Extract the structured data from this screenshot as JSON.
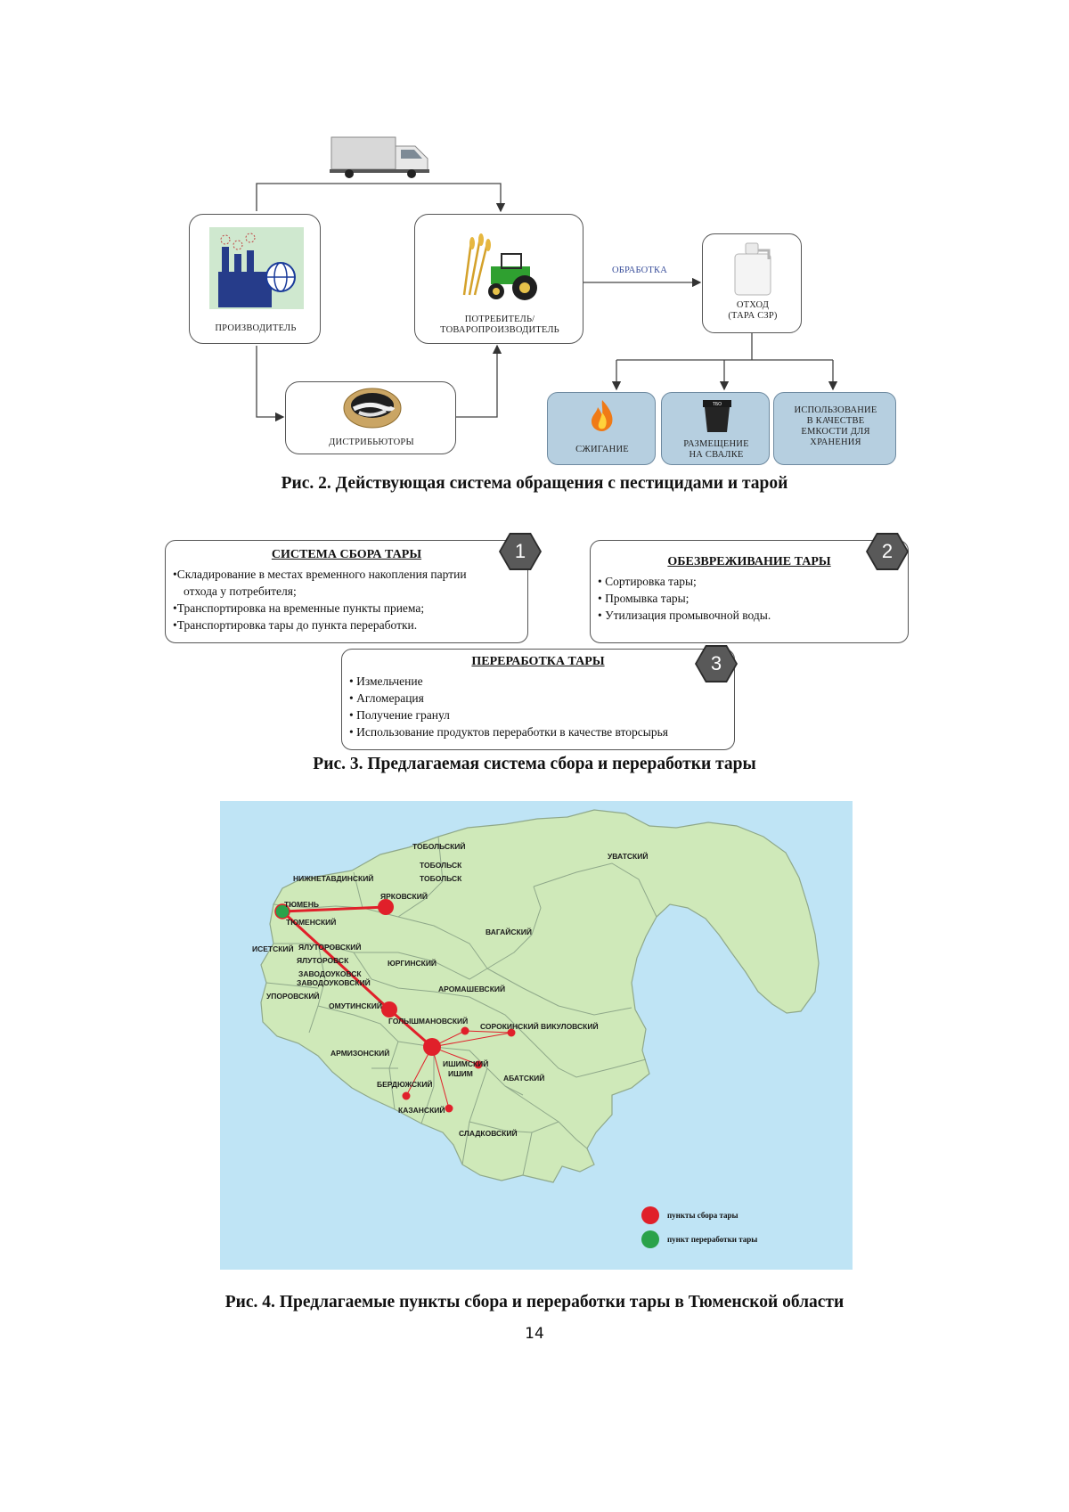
{
  "fig2": {
    "producer": "ПРОИЗВОДИТЕЛЬ",
    "consumer_line1": "ПОТРЕБИТЕЛЬ/",
    "consumer_line2": "ТОВАРОПРОИЗВОДИТЕЛЬ",
    "distributors": "ДИСТРИБЬЮТОРЫ",
    "processing": "ОБРАБОТКА",
    "waste_line1": "ОТХОД",
    "waste_line2": "(ТАРА СЗР)",
    "burning": "СЖИГАНИЕ",
    "landfill_line1": "РАЗМЕЩЕНИЕ",
    "landfill_line2": "НА СВАЛКЕ",
    "bin_label": "ТБО",
    "reuse_line1": "ИСПОЛЬЗОВАНИЕ",
    "reuse_line2": "В КАЧЕСТВЕ",
    "reuse_line3": "ЕМКОСТИ ДЛЯ",
    "reuse_line4": "ХРАНЕНИЯ",
    "caption": "Рис. 2. Действующая система обращения с пестицидами и тарой"
  },
  "fig3": {
    "box1": {
      "number": "1",
      "title": "СИСТЕМА СБОРА ТАРЫ",
      "items": [
        "•Складирование в местах временного накопления партии",
        "отхода у потребителя;",
        "•Транспортировка на временные пункты приема;",
        "•Транспортировка тары до пункта переработки."
      ]
    },
    "box2": {
      "number": "2",
      "title": "ОБЕЗВРЕЖИВАНИЕ ТАРЫ",
      "items": [
        "• Сортировка тары;",
        "• Промывка тары;",
        "• Утилизация промывочной воды."
      ]
    },
    "box3": {
      "number": "3",
      "title": "ПЕРЕРАБОТКА ТАРЫ",
      "items": [
        "• Измельчение",
        "• Агломерация",
        "• Получение гранул",
        "• Использование продуктов переработки в качестве вторсырья"
      ]
    },
    "caption": "Рис. 3. Предлагаемая система сбора и переработки тары"
  },
  "fig4": {
    "districts": {
      "tobolsky": "ТОБОЛЬСКИЙ",
      "tobolsk1": "ТОБОЛЬСК",
      "tobolsk2": "ТОБОЛЬСК",
      "uvatsky": "УВАТСКИЙ",
      "nizhnetavdinsky": "НИЖНЕТАВДИНСКИЙ",
      "yarkovsky": "ЯРКОВСКИЙ",
      "tyumen": "ТЮМЕНЬ",
      "tyumensky": "ТЮМЕНСКИЙ",
      "vagaysky": "ВАГАЙСКИЙ",
      "isetsky": "ИСЕТСКИЙ",
      "yalutorovsky": "ЯЛУТОРОВСКИЙ",
      "yalutorovsk": "ЯЛУТОРОВСК",
      "yurginsky": "ЮРГИНСКИЙ",
      "zavodoukovsk1": "ЗАВОДОУКОВСК",
      "zavodoukovsk2": "ЗАВОДОУКОВСКИЙ",
      "aromashevsky": "АРОМАШЕВСКИЙ",
      "uporovsky": "УПОРОВСКИЙ",
      "omutinsky": "ОМУТИНСКИЙ",
      "golyshmanovsky": "ГОЛЫШМАНОВСКИЙ",
      "sorokinsky": "СОРОКИНСКИЙ",
      "vikulovsky": "ВИКУЛОВСКИЙ",
      "armizonsky": "АРМИЗОНСКИЙ",
      "ishimsky": "ИШИМСКИЙ",
      "ishim": "ИШИМ",
      "abatsky": "АБАТСКИЙ",
      "berdyuzhsky": "БЕРДЮЖСКИЙ",
      "kazansky": "КАЗАНСКИЙ",
      "sladkovsky": "СЛАДКОВСКИЙ"
    },
    "legend": {
      "collection": "пункты сбора тары",
      "processing": "пункт переработки тары"
    },
    "colors": {
      "sea": "#bfe4f5",
      "land": "#cfe9b9",
      "border": "#8fa88a",
      "collection": "#e0202a",
      "processing": "#2aa24a"
    },
    "caption": "Рис. 4. Предлагаемые пункты сбора и переработки тары в Тюменской области"
  },
  "page_number": "14"
}
